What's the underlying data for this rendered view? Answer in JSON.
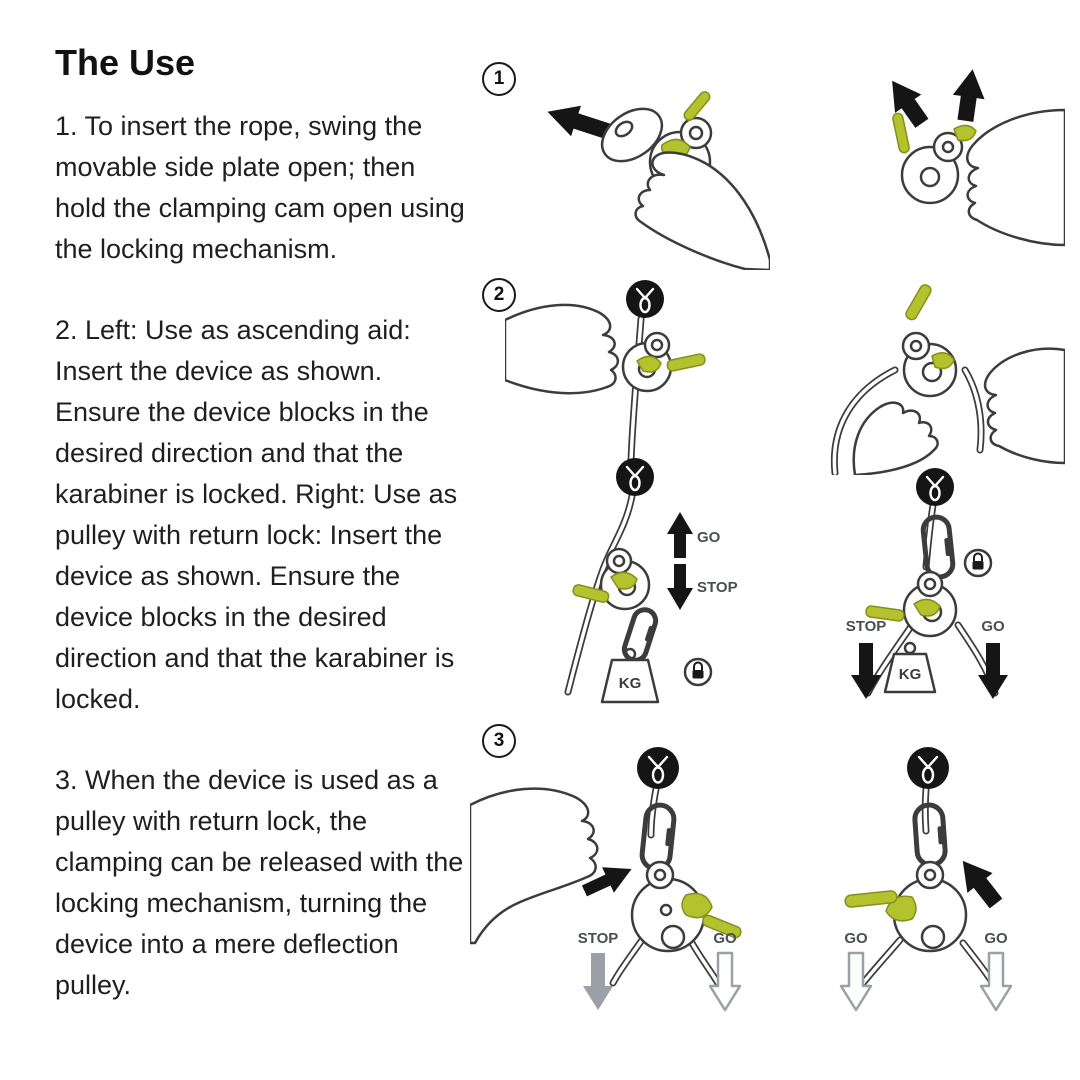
{
  "page": {
    "title": "The Use"
  },
  "instructions": [
    {
      "text": "1. To insert the rope, swing the movable side plate open; then hold the clamping cam open using the locking mechanism."
    },
    {
      "text": "2. Left: Use as ascending aid: Insert the device as shown. Ensure the device blocks in the desired direction and that the karabiner is locked. Right: Use as pulley with return lock: Insert the device as shown. Ensure the device blocks in the desired direction and that the karabiner is locked."
    },
    {
      "text": "3. When the device is used as a pulley with return lock, the clamping can be released with the locking mechanism, turning the device into a mere deflection pulley."
    }
  ],
  "steps": [
    {
      "number": "1"
    },
    {
      "number": "2"
    },
    {
      "number": "3"
    }
  ],
  "labels": {
    "go": "GO",
    "stop": "STOP",
    "kg": "KG"
  },
  "colors": {
    "accent_green": "#b4c22e",
    "line": "#3c3c3c",
    "black": "#151515",
    "gray_arrow": "#9aa0a6",
    "background": "#ffffff"
  }
}
